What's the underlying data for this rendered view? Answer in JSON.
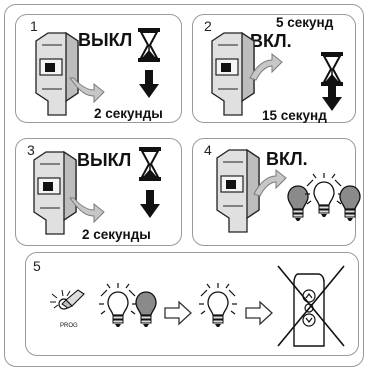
{
  "steps": [
    {
      "number": "1",
      "state": "ВЫКЛ",
      "duration": "2 секунды"
    },
    {
      "number": "2",
      "state": "ВКЛ.",
      "duration_min": "5 секунд",
      "duration_max": "15 секунд"
    },
    {
      "number": "3",
      "state": "ВЫКЛ",
      "duration": "2 секунды"
    },
    {
      "number": "4",
      "state": "ВКЛ."
    },
    {
      "number": "5",
      "button_label": "PROG"
    }
  ],
  "colors": {
    "border": "#9a9a9a",
    "breaker_body": "#d9d9d9",
    "arrow_gray": "#9c9c9c",
    "bulb_off": "#8a8a8a",
    "ink": "#111111"
  },
  "icons": [
    "hourglass-icon",
    "down-arrow-icon",
    "circuit-breaker-icon",
    "light-bulb-icon",
    "remote-control-icon",
    "cross-icon"
  ]
}
